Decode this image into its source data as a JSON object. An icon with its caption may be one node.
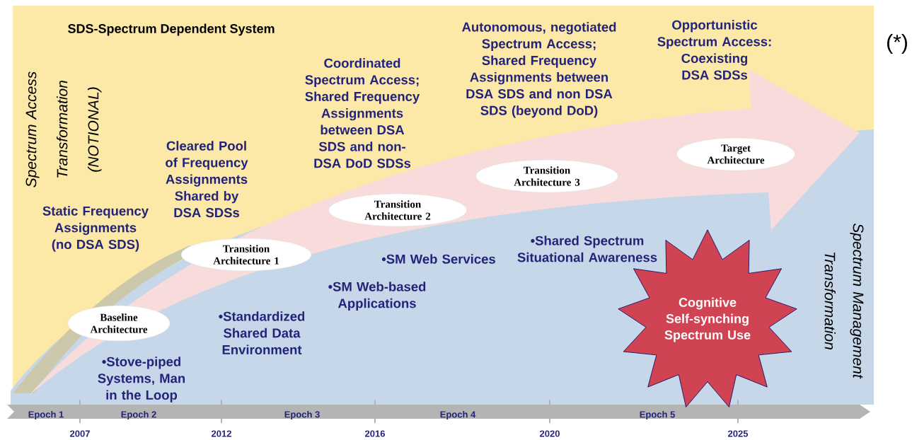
{
  "diagram": {
    "title": "SDS-Spectrum Dependent System",
    "nodes": [
      {
        "text": [
          "Baseline Architecture"
        ]
      },
      {
        "text": [
          "Transition Architecture 1"
        ]
      },
      {
        "text": [
          "Transition Architecture 2"
        ]
      },
      {
        "text": [
          "Transition Architecture 3"
        ]
      },
      {
        "text": [
          "Target Architecture"
        ]
      },
      {
        "text": [
          "Cognitive Self-synching Spectrum Use"
        ]
      }
    ],
    "labels": [
      "(*)",
      "Spectrum Access Transformation (NOTIONAL)",
      "Static Frequency Assignments (no DSA SDS)",
      "Cleared Pool of Frequency Assignments Shared by DSA SDSs",
      "Coordinated Spectrum Access; Shared Frequency Assignments between DSA SDS and non-DSA DoD SDSs",
      "Autonomous, negotiated Spectrum Access; Shared Frequency Assignments between DSA SDS and non DSA SDS (beyond DoD)",
      "Opportunistic Spectrum Access: Coexisting DSA SDSs",
      "•Stove-piped Systems, Man in the Loop",
      "•Standardized Shared Data Environment",
      "•SM Web-based Applications",
      "•SM Web Services",
      "•Shared Spectrum Situational Awareness",
      "Spectrum Management Transformation",
      "Epoch 1",
      "Epoch 2",
      "Epoch 3",
      "Epoch 4",
      "Epoch 5",
      "2007",
      "2012",
      "2016",
      "2020",
      "2025"
    ]
  }
}
